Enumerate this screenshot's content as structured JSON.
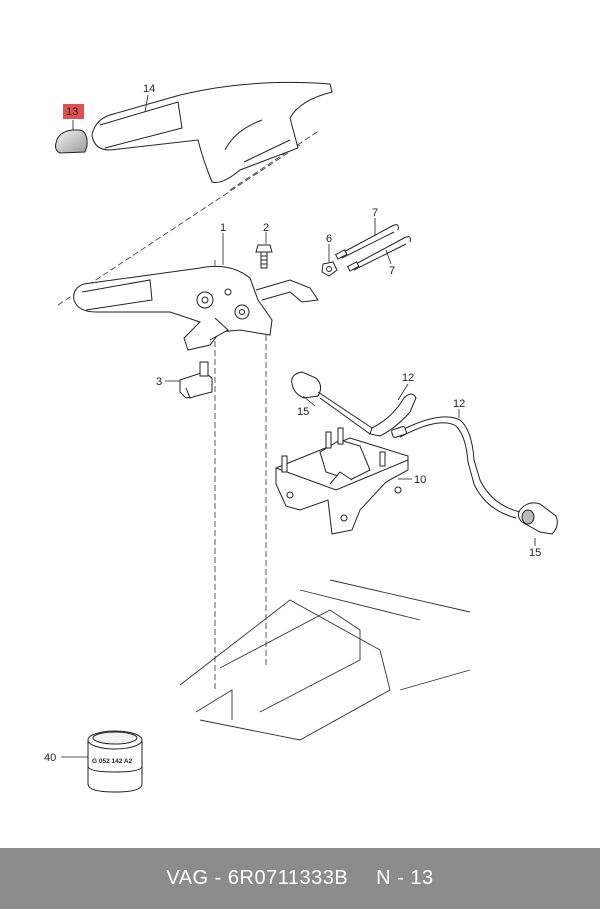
{
  "diagram": {
    "callouts": {
      "c13_top": "13",
      "c14": "14",
      "c1": "1",
      "c2": "2",
      "c6": "6",
      "c7_top": "7",
      "c7_bottom": "7",
      "c3": "3",
      "c12_top": "12",
      "c12_cable": "12",
      "c15_left": "15",
      "c10": "10",
      "c15_bottom": "15",
      "c40": "40"
    },
    "sealant_label": "G 052 142 A2",
    "highlight_color": "#e05252"
  },
  "footer": {
    "brand_part": "VAG - 6R0711333B",
    "item": "N - 13"
  }
}
